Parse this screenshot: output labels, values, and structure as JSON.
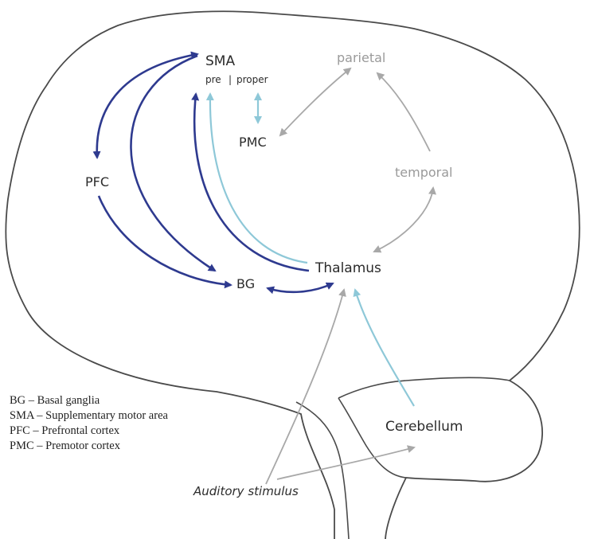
{
  "colors": {
    "outline": "#4a4a4a",
    "dark_blue": "#2e3a8f",
    "light_blue": "#8ec8d8",
    "gray": "#a8a8a8",
    "label_dark": "#2b2b2b",
    "label_gray": "#9a9a9a"
  },
  "labels": {
    "sma": "SMA",
    "pre": "pre",
    "separator": "|",
    "proper": "proper",
    "pmc": "PMC",
    "pfc": "PFC",
    "bg": "BG",
    "thalamus": "Thalamus",
    "parietal": "parietal",
    "temporal": "temporal",
    "cerebellum": "Cerebellum",
    "auditory": "Auditory stimulus"
  },
  "legend": [
    "BG – Basal ganglia",
    "SMA – Supplementary motor area",
    "PFC – Prefrontal cortex",
    "PMC – Premotor cortex"
  ]
}
